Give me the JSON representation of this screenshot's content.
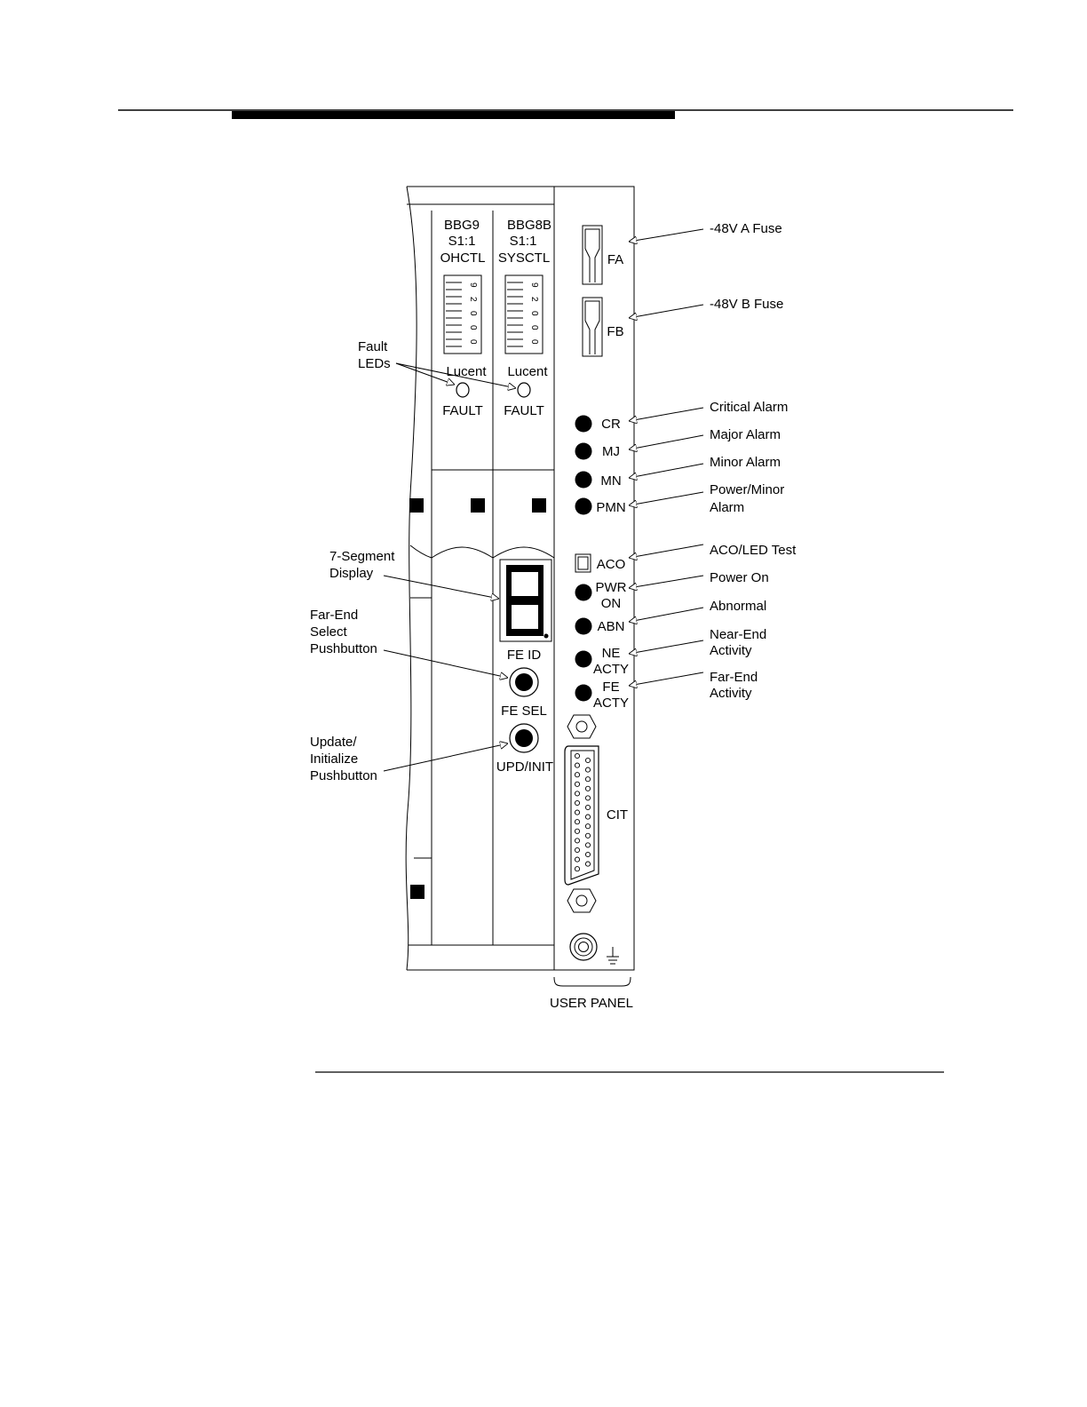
{
  "cards": [
    {
      "code": "BBG9",
      "slot": "S1:1",
      "name": "OHCTL",
      "brand": "Lucent",
      "fault": "FAULT",
      "dip_digits": [
        "9",
        "2",
        "0",
        "0",
        "0"
      ]
    },
    {
      "code": "BBG8B",
      "slot": "S1:1",
      "name": "SYSCTL",
      "brand": "Lucent",
      "fault": "FAULT",
      "dip_digits": [
        "9",
        "2",
        "0",
        "0",
        "0"
      ]
    }
  ],
  "card_controls": {
    "fe_id": "FE ID",
    "fe_sel": "FE SEL",
    "upd_init": "UPD/INIT"
  },
  "user_panel": {
    "fuse_a": "FA",
    "fuse_b": "FB",
    "leds": [
      {
        "label": "CR"
      },
      {
        "label": "MJ"
      },
      {
        "label": "MN"
      },
      {
        "label": "PMN"
      }
    ],
    "aco": "ACO",
    "status_leds": [
      {
        "line1": "PWR",
        "line2": "ON"
      },
      {
        "line1": "ABN",
        "line2": ""
      },
      {
        "line1": "NE",
        "line2": "ACTY"
      },
      {
        "line1": "FE",
        "line2": "ACTY"
      }
    ],
    "connector": "CIT",
    "panel_name": "USER PANEL"
  },
  "callouts_left": {
    "fault_leds": [
      "Fault",
      "LEDs"
    ],
    "seven_segment": [
      "7-Segment",
      "Display"
    ],
    "far_end_select": [
      "Far-End",
      "Select",
      "Pushbutton"
    ],
    "update_init": [
      "Update/",
      "Initialize",
      "Pushbutton"
    ]
  },
  "callouts_right": {
    "fuse_a": [
      "-48V A Fuse"
    ],
    "fuse_b": [
      "-48V B Fuse"
    ],
    "critical": [
      "Critical Alarm"
    ],
    "major": [
      "Major Alarm"
    ],
    "minor": [
      "Minor Alarm"
    ],
    "power_minor": [
      "Power/Minor",
      "Alarm"
    ],
    "aco_test": [
      "ACO/LED Test"
    ],
    "power_on": [
      "Power On"
    ],
    "abnormal": [
      "Abnormal"
    ],
    "near_end": [
      "Near-End",
      "Activity"
    ],
    "far_end": [
      "Far-End",
      "Activity"
    ]
  }
}
